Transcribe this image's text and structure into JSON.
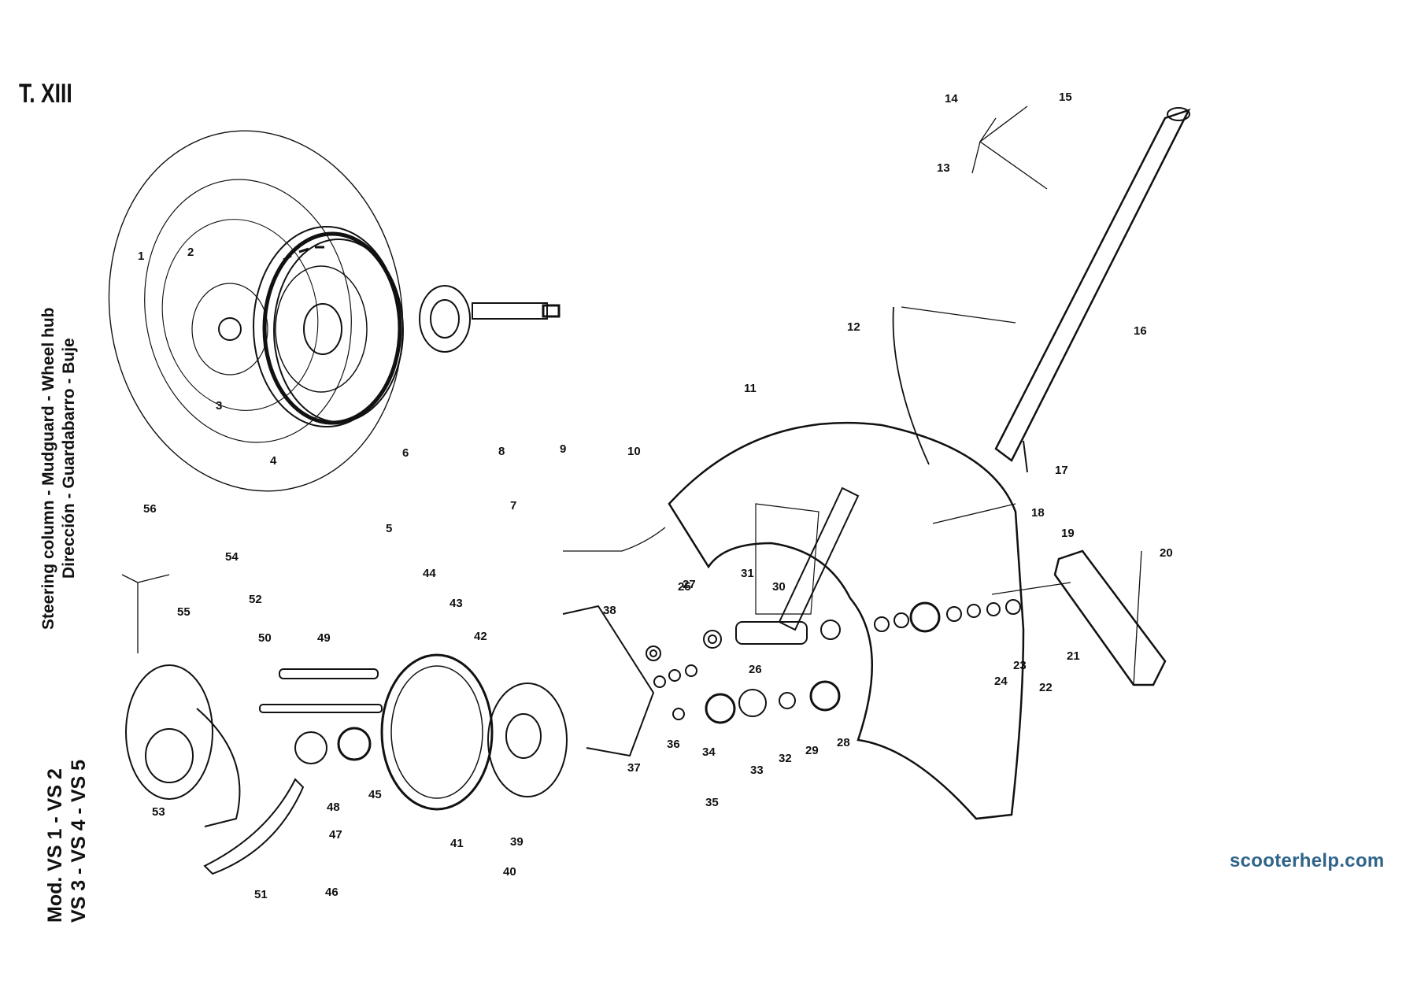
{
  "plate_label": "T. XIII",
  "title_en": "Steering column - Mudguard - Wheel hub",
  "title_es": "Dirección - Guardabarro - Buje",
  "model_line_1": "Mod. VS 1 - VS 2",
  "model_line_2": "VS 3 - VS 4 - VS 5",
  "watermark": "scooterhelp.com",
  "colors": {
    "ink": "#111111",
    "paper": "#ffffff",
    "watermark": "#2f6488"
  },
  "callouts": [
    "1",
    "2",
    "3",
    "4",
    "5",
    "6",
    "7",
    "8",
    "9",
    "10",
    "11",
    "12",
    "13",
    "14",
    "15",
    "16",
    "17",
    "18",
    "19",
    "20",
    "21",
    "22",
    "23",
    "24",
    "25",
    "26",
    "27",
    "28",
    "29",
    "30",
    "31",
    "32",
    "33",
    "34",
    "35",
    "36",
    "37",
    "38",
    "39",
    "40",
    "41",
    "42",
    "43",
    "44",
    "45",
    "46",
    "47",
    "48",
    "49",
    "50",
    "51",
    "52",
    "53",
    "54",
    "55",
    "56"
  ]
}
